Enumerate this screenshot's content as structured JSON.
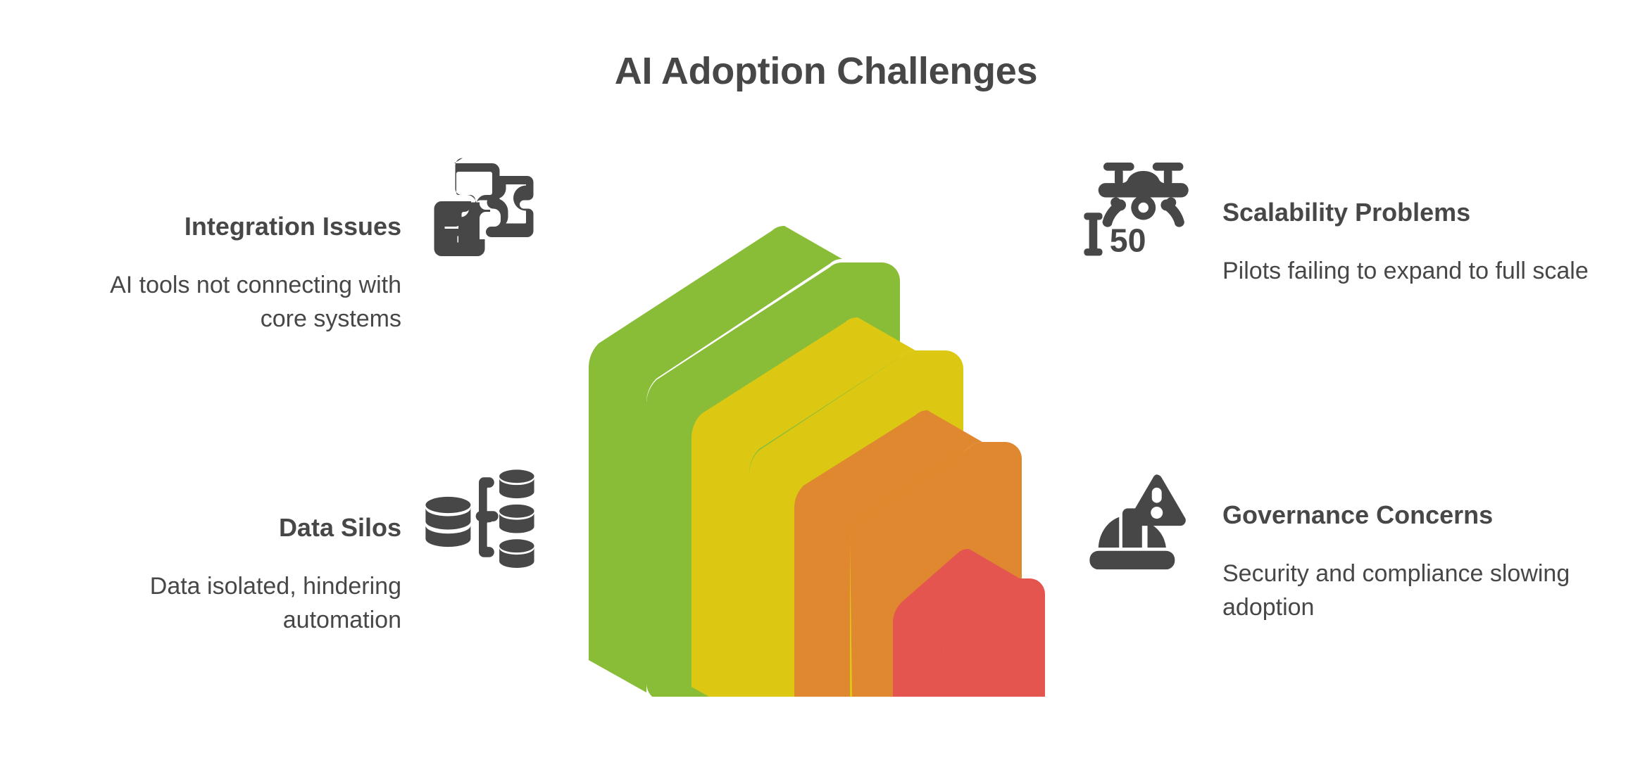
{
  "page": {
    "title": "AI Adoption Challenges",
    "background_color": "#ffffff",
    "text_color": "#474747"
  },
  "callouts": [
    {
      "id": "integration",
      "side": "left",
      "headline": "Integration Issues",
      "body": "AI tools not connecting with core systems",
      "icon": "puzzle-integration-icon"
    },
    {
      "id": "data-silos",
      "side": "left",
      "headline": "Data Silos",
      "body": "Data isolated, hindering automation",
      "icon": "database-silos-icon"
    },
    {
      "id": "scalability",
      "side": "right",
      "headline": "Scalability Problems",
      "body": "Pilots failing to expand to full scale",
      "icon": "drone-altitude-icon",
      "icon_label": "50"
    },
    {
      "id": "governance",
      "side": "right",
      "headline": "Governance Concerns",
      "body": "Security and compliance slowing adoption",
      "icon": "helmet-warning-icon"
    }
  ],
  "chart_data": {
    "type": "funnel",
    "title": "AI Adoption Challenges",
    "orientation": "descending-nested-3d-slabs",
    "stage_count": 4,
    "stages": [
      {
        "name": "Integration Issues",
        "color": "#8ABD37",
        "relative_size": 100
      },
      {
        "name": "Data Silos",
        "color": "#DCC813",
        "relative_size": 78
      },
      {
        "name": "Scalability Problems",
        "color": "#DF882F",
        "relative_size": 55
      },
      {
        "name": "Governance Concerns",
        "color": "#E45550",
        "relative_size": 30
      }
    ],
    "colors": {
      "green": "#8ABD37",
      "yellow": "#DCC813",
      "orange": "#DF882F",
      "red": "#E45550",
      "separator": "#ffffff"
    },
    "legend": "none",
    "grid": false
  }
}
